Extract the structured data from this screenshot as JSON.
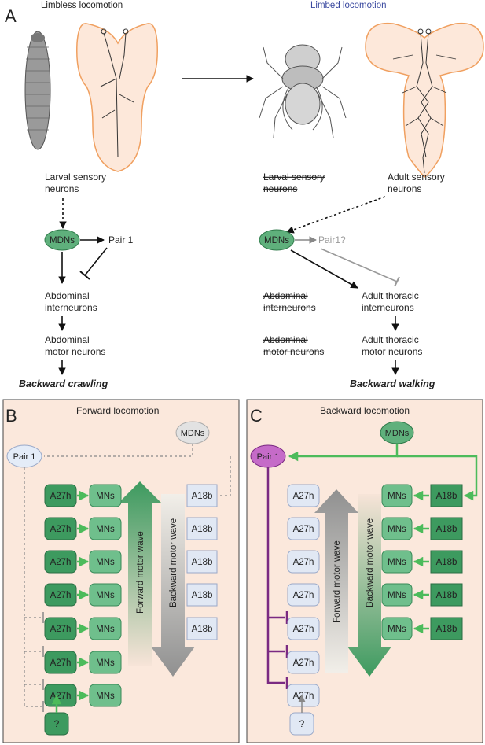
{
  "panel_a": {
    "letter": "A",
    "limbless_title": "Limbless locomotion",
    "limbed_title": "Limbed locomotion",
    "limbless": {
      "sensory": [
        "Larval sensory",
        "neurons"
      ],
      "mdn": "MDNs",
      "pair1": "Pair 1",
      "interneurons": [
        "Abdominal",
        "interneurons"
      ],
      "motor": [
        "Abdominal",
        "motor neurons"
      ],
      "behavior": "Backward crawling"
    },
    "limbed": {
      "larval_sensory_struck": [
        "Larval sensory",
        "neurons"
      ],
      "adult_sensory": [
        "Adult sensory",
        "neurons"
      ],
      "mdn": "MDNs",
      "pair1": "Pair1?",
      "abd_inter_struck": [
        "Abdominal",
        "interneurons"
      ],
      "abd_motor_struck": [
        "Abdominal",
        "motor neurons"
      ],
      "thoracic_inter": [
        "Adult thoracic",
        "interneurons"
      ],
      "thoracic_motor": [
        "Adult thoracic",
        "motor neurons"
      ],
      "behavior": "Backward walking"
    }
  },
  "panel_b": {
    "letter": "B",
    "title": "Forward locomotion",
    "mdn": "MDNs",
    "pair1": "Pair 1",
    "a27h": [
      "A27h",
      "A27h",
      "A27h",
      "A27h",
      "A27h",
      "A27h",
      "A27h"
    ],
    "mns": [
      "MNs",
      "MNs",
      "MNs",
      "MNs",
      "MNs",
      "MNs",
      "MNs"
    ],
    "a18b": [
      "A18b",
      "A18b",
      "A18b",
      "A18b",
      "A18b"
    ],
    "forward_wave": "Forward motor wave",
    "backward_wave": "Backward motor wave",
    "unknown": "?"
  },
  "panel_c": {
    "letter": "C",
    "title": "Backward locomotion",
    "mdn": "MDNs",
    "pair1": "Pair 1",
    "a27h": [
      "A27h",
      "A27h",
      "A27h",
      "A27h",
      "A27h",
      "A27h",
      "A27h"
    ],
    "mns": [
      "MNs",
      "MNs",
      "MNs",
      "MNs",
      "MNs"
    ],
    "a18b": [
      "A18b",
      "A18b",
      "A18b",
      "A18b",
      "A18b"
    ],
    "forward_wave": "Forward motor wave",
    "backward_wave": "Backward motor wave",
    "unknown": "?"
  },
  "colors": {
    "green_dark": "#3d9a5f",
    "green_light": "#6fbf8c",
    "green_arrow": "#4cbb5b",
    "purple": "#7a2a82",
    "purple_node": "#c56bc8",
    "panel_bg": "#fbe8dc",
    "pale_blue": "#e1e8f4",
    "blue_title": "#3b4aa0"
  }
}
